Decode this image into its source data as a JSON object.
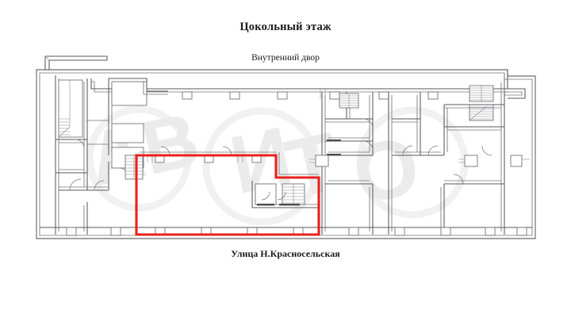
{
  "document": {
    "type": "floor-plan",
    "title": "Цокольный этаж",
    "top_label": "Внутренний двор",
    "bottom_label": "Улица Н.Красносельская",
    "background_color": "#ffffff",
    "wall_color": "#58585c",
    "highlight_color": "#e8211c",
    "watermark_text": "АВИТО",
    "watermark_color": "#ebebec"
  },
  "highlight": {
    "name": "Выделенное помещение",
    "shape": "L-образный контур",
    "color": "#e8211c"
  },
  "plan": {
    "orientation": "horizontal",
    "courtyard_side": "top",
    "street_side": "bottom"
  }
}
